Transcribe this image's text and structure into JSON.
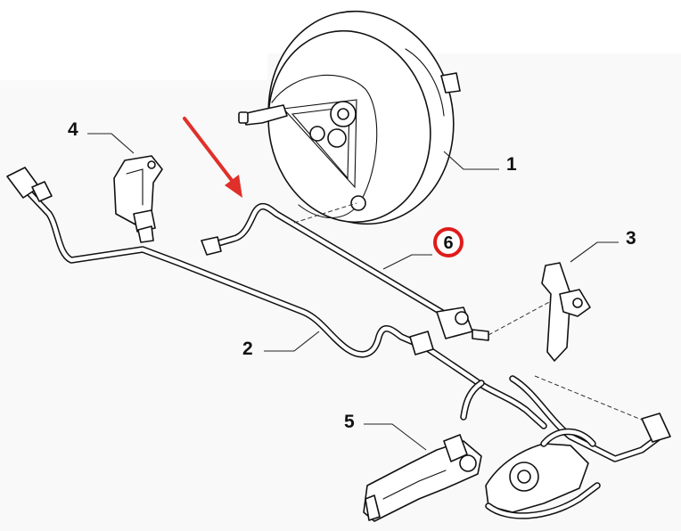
{
  "diagram": {
    "callouts": [
      {
        "id": "1",
        "text": "1"
      },
      {
        "id": "2",
        "text": "2"
      },
      {
        "id": "3",
        "text": "3"
      },
      {
        "id": "4",
        "text": "4"
      },
      {
        "id": "5",
        "text": "5"
      },
      {
        "id": "6",
        "text": "6",
        "highlighted": true
      }
    ],
    "highlight_color": "#e01b1b",
    "arrow_color": "#e0302b"
  }
}
